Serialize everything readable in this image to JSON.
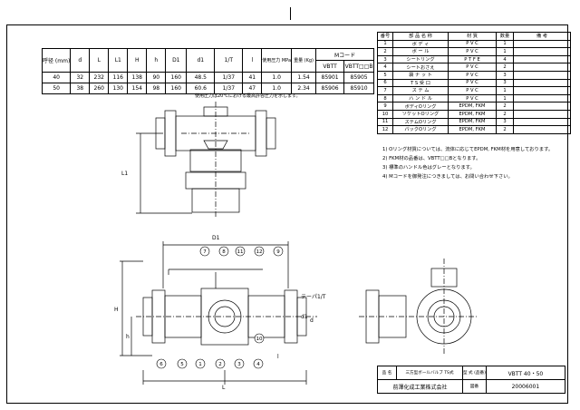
{
  "dimension_table": {
    "headers": [
      "呼径\n(mm)",
      "d",
      "L",
      "L1",
      "H",
      "h",
      "D1",
      "d1",
      "1/T",
      "l",
      "使用圧力\nMPa",
      "重量\n(Kg)",
      "Mコード"
    ],
    "mcode_sub": [
      "VBTT",
      "VBTT□□B"
    ],
    "rows": [
      [
        "40",
        "32",
        "232",
        "116",
        "138",
        "90",
        "160",
        "48.5",
        "1/37",
        "41",
        "1.0",
        "1.54",
        "85901",
        "85905"
      ],
      [
        "50",
        "38",
        "260",
        "130",
        "154",
        "98",
        "160",
        "60.6",
        "1/37",
        "47",
        "1.0",
        "2.34",
        "85906",
        "85910"
      ]
    ],
    "note": "使用圧力は20℃における最高許容圧力を示します。"
  },
  "parts_table": {
    "headers": [
      "番号",
      "部 品 名 称",
      "材 質",
      "数量",
      "備 考"
    ],
    "rows": [
      [
        "1",
        "ボ デ ィ",
        "P V C",
        "1",
        ""
      ],
      [
        "2",
        "ボ ー ル",
        "P V C",
        "1",
        ""
      ],
      [
        "3",
        "シートリング",
        "P T F E",
        "4",
        ""
      ],
      [
        "4",
        "シートおさえ",
        "P V C",
        "2",
        ""
      ],
      [
        "5",
        "袋 ナ ッ ト",
        "P V C",
        "3",
        ""
      ],
      [
        "6",
        "T S 受 口",
        "P V C",
        "3",
        ""
      ],
      [
        "7",
        "ス テ ム",
        "P V C",
        "1",
        ""
      ],
      [
        "8",
        "ハ ン ド ル",
        "P V C",
        "1",
        ""
      ],
      [
        "9",
        "ボディOリング",
        "EPDM, FKM",
        "2",
        ""
      ],
      [
        "10",
        "ソケットOリング",
        "EPDM, FKM",
        "2",
        ""
      ],
      [
        "11",
        "ステムOリング",
        "EPDM, FKM",
        "3",
        ""
      ],
      [
        "12",
        "バックOリング",
        "EPDM, FKM",
        "2",
        ""
      ]
    ]
  },
  "notes": [
    "1) Oリング材質については、流体に応じてEPDM, FKM材を用意しております。",
    "2) FKM材の品番は、VBTT□□Bとなります。",
    "3) 標準のハンドル色はグレーとなります。",
    "4) Mコードを御発注につきましては、お問い合わせ下さい。"
  ],
  "drawing_labels": {
    "D1": "D1",
    "L1": "L1",
    "L": "L",
    "H": "H",
    "h": "h",
    "l": "l",
    "d": "d",
    "d1": "d1",
    "taper": "テーパ1/T",
    "callouts": [
      "7",
      "8",
      "11",
      "12",
      "9",
      "6",
      "5",
      "1",
      "2",
      "3",
      "4",
      "10"
    ]
  },
  "title_block": {
    "name_label": "品 名",
    "name": "三方型ボールバルブ\nTS式",
    "model_label": "型 式\n(品番)",
    "model": "VBTT 40・50",
    "company": "前澤化成工業株式会社",
    "drawing_no_label": "図番",
    "drawing_no": "20006001"
  }
}
